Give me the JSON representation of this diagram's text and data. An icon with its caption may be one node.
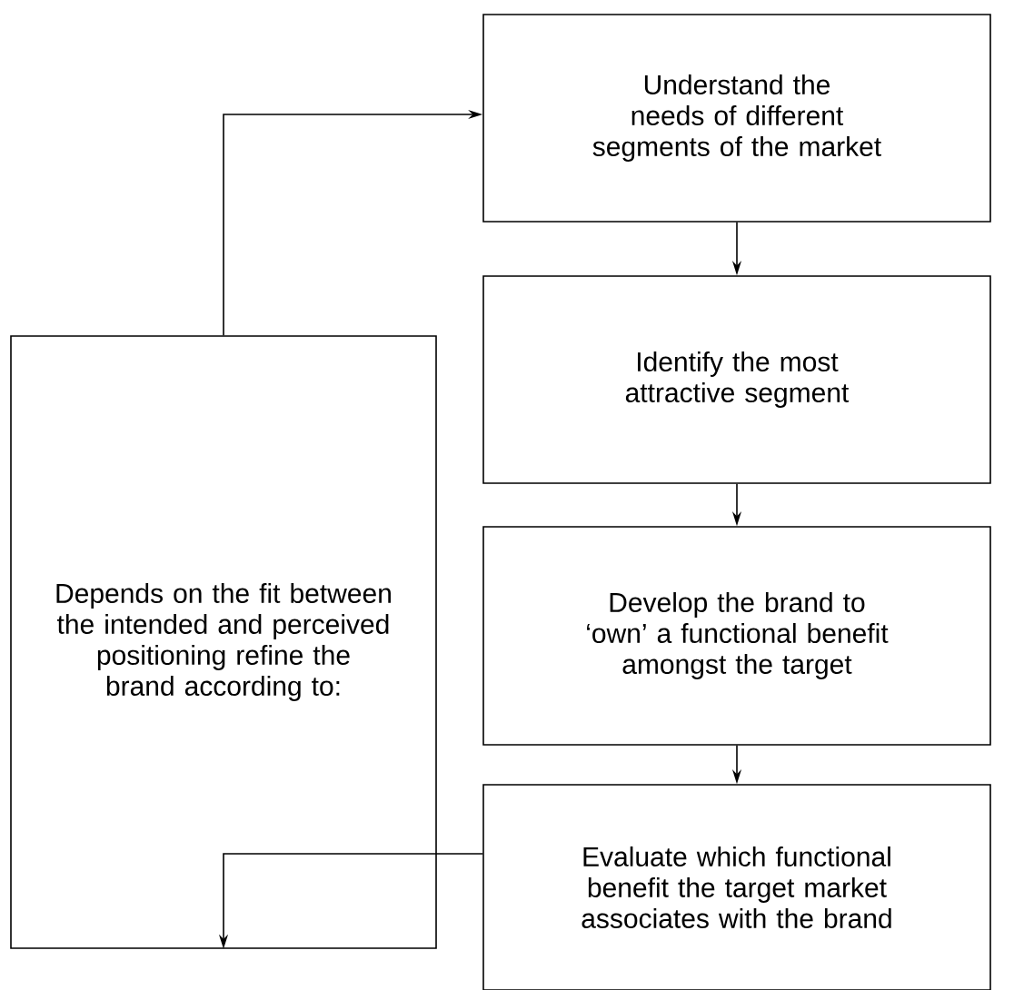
{
  "diagram": {
    "nodes": [
      {
        "text": [
          "Understand the needs of different segments of the market"
        ]
      },
      {
        "text": [
          "Identify the most attractive segment"
        ]
      },
      {
        "text": [
          "Develop the brand to ‘own’ a functional benefit amongst the target"
        ]
      },
      {
        "text": [
          "Evaluate which functional benefit the target market associates with the brand"
        ]
      },
      {
        "text": [
          "Depends on the fit between the intended and perceived positioning refine the brand according to:"
        ]
      }
    ],
    "edges": [
      {
        "from": 0,
        "to": 1,
        "arrow": "to"
      },
      {
        "from": 1,
        "to": 2,
        "arrow": "to"
      },
      {
        "from": 2,
        "to": 3,
        "arrow": "to"
      },
      {
        "from": 3,
        "to": 4,
        "arrow": "to"
      },
      {
        "from": 4,
        "to": 0,
        "arrow": "to"
      }
    ]
  }
}
